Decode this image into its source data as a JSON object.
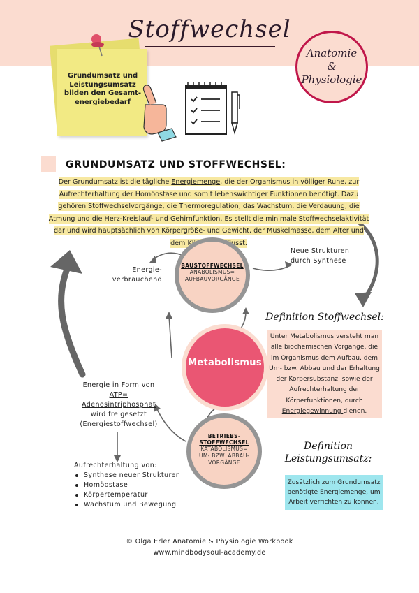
{
  "header": {
    "title": "Stoffwechsel",
    "badge_lines": [
      "Anatomie",
      "&",
      "Physiologie"
    ]
  },
  "sticky_note": {
    "text": "Grundumsatz und Leistungsumsatz bilden den Gesamt-energiebedarf"
  },
  "section": {
    "heading": "GRUNDUMSATZ UND STOFFWECHSEL:",
    "intro_before": "Der Grundumsatz ist die tägliche ",
    "intro_link": "Energiemenge",
    "intro_after": ", die der Organismus in völliger Ruhe, zur Aufrechterhaltung der Homöostase und somit lebenswichtiger Funktionen benötigt. Dazu gehören Stoffwechselvorgänge, die Thermoregulation, das Wachstum, die Verdauung, die Atmung und die Herz-Kreislauf- und Gehirnfunktion. Es stellt die minimale Stoffwechselaktivität dar und wird hauptsächlich von Körpergröße- und Gewicht, der Muskelmasse, dem Alter und dem Klima beeinflusst."
  },
  "diagram": {
    "bau": {
      "title": "BAUSTOFFWECHSEL",
      "sub1": "ANABOLISMUS=",
      "sub2": "AUFBAUVORGÄNGE"
    },
    "metabolismus": "Metabolismus",
    "betr": {
      "title1": "BETRIEBS-",
      "title2": "STOFFWECHSEL",
      "sub1": "KATABOLISMUS=",
      "sub2": "UM- BZW. ABBAU-",
      "sub3": "VORGÄNGE"
    },
    "energie_verbrauchend": [
      "Energie-",
      "verbrauchend"
    ],
    "neue_strukturen": [
      "Neue Strukturen",
      "durch Synthese"
    ],
    "energie_form": {
      "line1": "Energie in Form von",
      "atp": "ATP=",
      "line3": "Adenosintriphosphat",
      "line4": "wird freigesetzt",
      "line5": "(Energiestoffwechsel)"
    },
    "aufrecht_title": "Aufrechterhaltung von:",
    "aufrecht_items": [
      "Synthese neuer Strukturen",
      "Homöostase",
      "Körpertemperatur",
      "Wachstum und Bewegung"
    ]
  },
  "definition_stoffwechsel": {
    "title": "Definition Stoffwechsel:",
    "text_before": "Unter Metabolismus versteht man alle biochemischen Vorgänge, die im Organismus dem Aufbau, dem Um- bzw. Abbau und der Erhaltung der Körpersubstanz, sowie der Aufrechterhaltung der Körperfunktionen, durch ",
    "text_link": "Energiegewinnung ",
    "text_after": "dienen."
  },
  "definition_leistungsumsatz": {
    "title1": "Definition",
    "title2": "Leistungsumsatz:",
    "text": "Zusätzlich zum Grundumsatz benötigte Energiemenge, um Arbeit verrichten zu können."
  },
  "footer": {
    "line1": "© Olga Erler Anatomie & Physiologie Workbook",
    "line2": "www.mindbodysoul-academy.de"
  },
  "colors": {
    "header_band": "#fbdcd0",
    "accent_red": "#c0174a",
    "metabolismus": "#ea5673",
    "cyan_box": "#9ee6ee",
    "sticky_note": "#f2ea84",
    "highlight": "#f7e8a1"
  }
}
